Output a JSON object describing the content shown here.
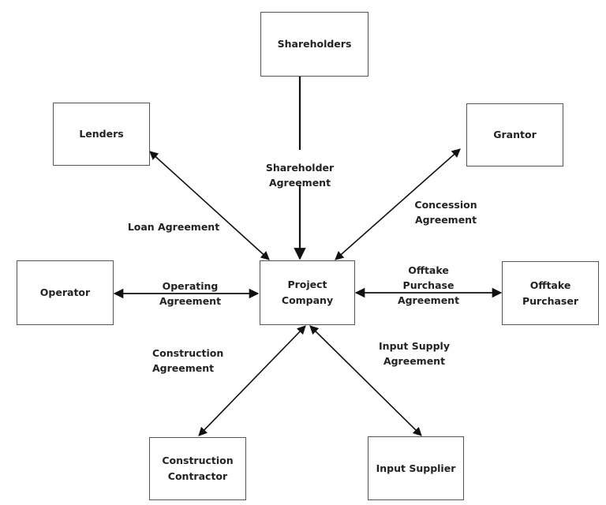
{
  "entities": {
    "shareholders": "Shareholders",
    "lenders": "Lenders",
    "grantor": "Grantor",
    "operator": "Operator",
    "project_company": "Project\nCompany",
    "offtake_purchaser": "Offtake\nPurchaser",
    "construction_contractor": "Construction\nContractor",
    "input_supplier": "Input Supplier"
  },
  "agreements": {
    "shareholder": "Shareholder\nAgreement",
    "loan": "Loan Agreement",
    "concession": "Concession\nAgreement",
    "operating": "Operating\nAgreement",
    "offtake": "Offtake\nPurchase\nAgreement",
    "construction": "Construction\nAgreement",
    "input_supply": "Input Supply\nAgreement"
  },
  "relationships": [
    {
      "from": "Shareholders",
      "to": "Project Company",
      "label": "Shareholder Agreement",
      "direction": "one-way"
    },
    {
      "from": "Lenders",
      "to": "Project Company",
      "label": "Loan Agreement",
      "direction": "two-way"
    },
    {
      "from": "Grantor",
      "to": "Project Company",
      "label": "Concession Agreement",
      "direction": "two-way"
    },
    {
      "from": "Operator",
      "to": "Project Company",
      "label": "Operating Agreement",
      "direction": "two-way"
    },
    {
      "from": "Offtake Purchaser",
      "to": "Project Company",
      "label": "Offtake Purchase Agreement",
      "direction": "two-way"
    },
    {
      "from": "Construction Contractor",
      "to": "Project Company",
      "label": "Construction Agreement",
      "direction": "two-way"
    },
    {
      "from": "Input Supplier",
      "to": "Project Company",
      "label": "Input Supply Agreement",
      "direction": "two-way"
    }
  ]
}
